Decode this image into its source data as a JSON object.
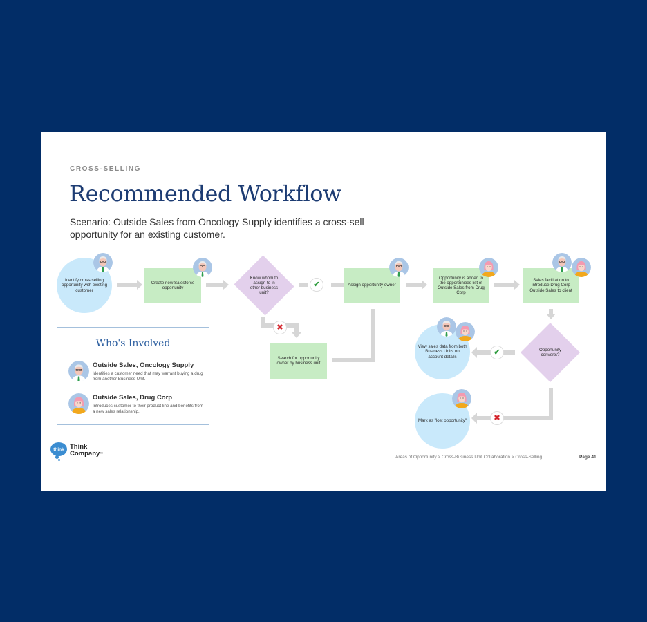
{
  "header": {
    "eyebrow": "CROSS-SELLING",
    "title": "Recommended Workflow",
    "scenario": "Scenario: Outside Sales from Oncology Supply identifies a cross-sell opportunity for an existing customer."
  },
  "workflow": {
    "identify": "Identify cross-selling opportunity with existing customer",
    "create": "Create new Salesforce opportunity",
    "know": "Know whom to assign to in other business unit?",
    "assign": "Assign opportunity owner",
    "added": "Opportunity is added to the opportunities list of Outside Sales from Drug Corp",
    "facilitate": "Sales facilitation to introduce Drug Corp Outside Sales to client",
    "search": "Search for opportunity owner by business unit",
    "converts": "Opportunity converts?",
    "view": "View sales data from both Business Units on account details",
    "lost": "Mark as \"lost opportunity\""
  },
  "decisions": {
    "yes_icon": "check-icon",
    "no_icon": "x-icon",
    "yes_color": "#2c9b3c",
    "no_color": "#d4232b"
  },
  "legend": {
    "title": "Who's Involved",
    "roles": [
      {
        "name": "Outside Sales, Oncology Supply",
        "desc": "Identifies a customer need that may warrant buying a drug from another Business Unit."
      },
      {
        "name": "Outside Sales, Drug Corp",
        "desc": "Introduces customer to their product line and benefits from a new sales relationship."
      }
    ]
  },
  "footer": {
    "logo_bubble": "think",
    "logo_line1": "Think",
    "logo_line2": "Company",
    "logo_tm": "™",
    "breadcrumb": "Areas of Opportunity > Cross-Business Unit Collaboration > Cross-Selling",
    "page": "Page 41"
  },
  "colors": {
    "background": "#022d67",
    "circle_node": "#c9e9fb",
    "rect_node": "#c7ecc4",
    "diamond_node": "#e3d0ec",
    "connector": "#d6d6d6",
    "title": "#1d3c73"
  }
}
